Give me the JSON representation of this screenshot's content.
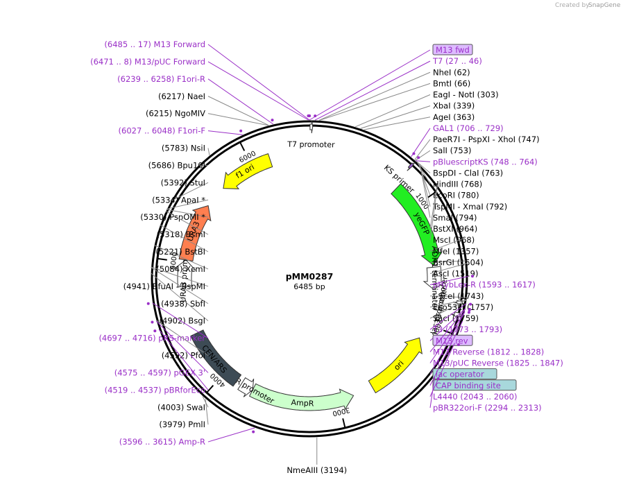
{
  "brand": {
    "text": "Created by",
    "name": "SnapGene"
  },
  "plasmid": {
    "name": "pMM0287",
    "size_label": "6485 bp",
    "length": 6485
  },
  "ticks": [
    {
      "pos": 1000,
      "label": "1000"
    },
    {
      "pos": 2000,
      "label": "2000"
    },
    {
      "pos": 3000,
      "label": "3000"
    },
    {
      "pos": 4000,
      "label": "4000"
    },
    {
      "pos": 5000,
      "label": "5000"
    },
    {
      "pos": 6000,
      "label": "6000"
    }
  ],
  "features": [
    {
      "name": "T7 promoter",
      "start": 4,
      "end": 22,
      "ring": "outer",
      "color": "#ffffff",
      "arrow": true,
      "label_text": "T7 promoter"
    },
    {
      "name": "f1 ori",
      "start": 5700,
      "end": 6156,
      "ring": "inner",
      "color": "#ffff00",
      "arrow": true,
      "dir": -1,
      "label_text": "f1 ori"
    },
    {
      "name": "KS primer",
      "start": 748,
      "end": 764,
      "ring": "outer",
      "color": "#9b59d0",
      "arrow": true,
      "label_text": "KS primer"
    },
    {
      "name": "yeGFP",
      "start": 790,
      "end": 1510,
      "ring": "inner",
      "color": "#22ee22",
      "arrow": true,
      "dir": 1,
      "label_text": "yeGFP"
    },
    {
      "name": "ADH1 terminator",
      "start": 1525,
      "end": 1710,
      "ring": "inner",
      "color": "#ffffff",
      "arrow": true,
      "dir": 1,
      "label_text": "ADH1 terminator"
    },
    {
      "name": "T3 promoter",
      "start": 1773,
      "end": 1793,
      "ring": "outer",
      "color": "#ffffff",
      "arrow": true,
      "label_text": "T3 promoter"
    },
    {
      "name": "lac promoter",
      "start": 1853,
      "end": 1883,
      "ring": "outer",
      "color": "#ffffff",
      "arrow": true,
      "label_text": "lac promoter"
    },
    {
      "name": "ori",
      "start": 2130,
      "end": 2700,
      "ring": "inner",
      "color": "#ffff00",
      "arrow": true,
      "dir": -1,
      "label_text": "ori"
    },
    {
      "name": "AmpR",
      "start": 2870,
      "end": 3730,
      "ring": "inner",
      "color": "#ccffcc",
      "arrow": true,
      "dir": -1,
      "label_text": "AmpR"
    },
    {
      "name": "AmpR promoter",
      "start": 3730,
      "end": 3835,
      "ring": "inner",
      "color": "#ffffff",
      "arrow": true,
      "dir": -1,
      "label_text": "AmpR promoter"
    },
    {
      "name": "CEN/ARS",
      "start": 3880,
      "end": 4400,
      "ring": "inner",
      "color": "#3d4b55",
      "arrow": false,
      "label_text": "CEN/ARS"
    },
    {
      "name": "URA3 promoter",
      "start": 4800,
      "end": 5020,
      "ring": "inner",
      "color": "#ffffff",
      "arrow": true,
      "dir": 1,
      "label_text": "URA3 promoter"
    },
    {
      "name": "URA3",
      "start": 5020,
      "end": 5510,
      "ring": "inner",
      "color": "#ff7f50",
      "arrow": true,
      "dir": 1,
      "label_text": "URA3"
    }
  ],
  "callouts": [
    {
      "kind": "primer",
      "name": "T7",
      "range": "(27 .. 46)",
      "pos": 36,
      "text": "T7   (27 .. 46)"
    },
    {
      "kind": "primer",
      "name": "M13 fwd",
      "pos": 0,
      "text": "M13 fwd",
      "box": "#ddbbff"
    },
    {
      "kind": "primer",
      "name": "M13 Forward",
      "pos": 6485,
      "text": "(6485 .. 17)  M13 Forward"
    },
    {
      "kind": "primer",
      "name": "M13/pUC Forward",
      "pos": 6478,
      "text": "(6471 .. 8)  M13/pUC Forward"
    },
    {
      "kind": "primer",
      "name": "F1ori-R",
      "pos": 6248,
      "text": "(6239 .. 6258)  F1ori-R"
    },
    {
      "kind": "site",
      "name": "NaeI",
      "pos": 6217,
      "text": "(6217)  NaeI"
    },
    {
      "kind": "site",
      "name": "NgoMIV",
      "pos": 6215,
      "text": "(6215)  NgoMIV"
    },
    {
      "kind": "primer",
      "name": "F1ori-F",
      "pos": 6037,
      "text": "(6027 .. 6048)  F1ori-F"
    },
    {
      "kind": "site",
      "name": "NsiI",
      "pos": 5783,
      "text": "(5783)  NsiI"
    },
    {
      "kind": "site",
      "name": "Bpu10I",
      "pos": 5686,
      "text": "(5686)  Bpu10I"
    },
    {
      "kind": "site",
      "name": "StuI",
      "pos": 5392,
      "text": "(5392)  StuI"
    },
    {
      "kind": "site",
      "name": "ApaI",
      "pos": 5334,
      "text": "(5334)  ApaI *"
    },
    {
      "kind": "site",
      "name": "PspOMI",
      "pos": 5330,
      "text": "(5330)  PspOMI *"
    },
    {
      "kind": "site",
      "name": "BsmI",
      "pos": 5318,
      "text": "(5318)  BsmI"
    },
    {
      "kind": "site",
      "name": "BstBI",
      "pos": 5221,
      "text": "(5221)  BstBI"
    },
    {
      "kind": "site",
      "name": "XcmI",
      "pos": 5084,
      "text": "(5084)  XcmI"
    },
    {
      "kind": "site",
      "name": "BfuAI",
      "pos": 4941,
      "text": "(4941)  BfuAI  - BspMI"
    },
    {
      "kind": "site",
      "name": "SbfI",
      "pos": 4938,
      "text": "(4938)  SbfI"
    },
    {
      "kind": "site",
      "name": "BsgI",
      "pos": 4902,
      "text": "(4902)  BsgI"
    },
    {
      "kind": "primer",
      "name": "pRS-marker",
      "pos": 4706,
      "text": "(4697 .. 4716)  pRS-marker"
    },
    {
      "kind": "primer",
      "name": "pGEX 3'",
      "pos": 4586,
      "text": "(4575 .. 4597)  pGEX 3'"
    },
    {
      "kind": "site",
      "name": "PfoI",
      "pos": 4592,
      "text": "(4592)  PfoI"
    },
    {
      "kind": "primer",
      "name": "pBRforEco",
      "pos": 4528,
      "text": "(4519 .. 4537)  pBRforEco"
    },
    {
      "kind": "site",
      "name": "SwaI",
      "pos": 4003,
      "text": "(4003)  SwaI"
    },
    {
      "kind": "site",
      "name": "PmlI",
      "pos": 3979,
      "text": "(3979)  PmlI"
    },
    {
      "kind": "primer",
      "name": "Amp-R",
      "pos": 3605,
      "text": "(3596 .. 3615)  Amp-R"
    },
    {
      "kind": "site",
      "name": "NmeAIII",
      "pos": 3194,
      "text": "NmeAIII   (3194)"
    },
    {
      "kind": "site",
      "name": "NheI",
      "pos": 62,
      "text": "NheI   (62)"
    },
    {
      "kind": "site",
      "name": "BmtI",
      "pos": 66,
      "text": "BmtI   (66)"
    },
    {
      "kind": "site",
      "name": "EagI",
      "pos": 303,
      "text": "EagI  - NotI   (303)"
    },
    {
      "kind": "site",
      "name": "XbaI",
      "pos": 339,
      "text": "XbaI   (339)"
    },
    {
      "kind": "site",
      "name": "AgeI",
      "pos": 363,
      "text": "AgeI   (363)"
    },
    {
      "kind": "primer",
      "name": "GAL1",
      "pos": 717,
      "text": "GAL1   (706 .. 729)"
    },
    {
      "kind": "site",
      "name": "PaeR7I",
      "pos": 747,
      "text": "PaeR7I  - PspXI  - XhoI   (747)"
    },
    {
      "kind": "primer",
      "name": "pBluescriptKS",
      "pos": 756,
      "text": "pBluescriptKS   (748 .. 764)"
    },
    {
      "kind": "site",
      "name": "SalI",
      "pos": 753,
      "text": "SalI   (753)"
    },
    {
      "kind": "site",
      "name": "BspDI",
      "pos": 763,
      "text": "BspDI  - ClaI   (763)"
    },
    {
      "kind": "site",
      "name": "HindIII",
      "pos": 768,
      "text": "HindIII   (768)"
    },
    {
      "kind": "site",
      "name": "EcoRI",
      "pos": 780,
      "text": "EcoRI   (780)"
    },
    {
      "kind": "site",
      "name": "TspMI",
      "pos": 792,
      "text": "TspMI  - XmaI   (792)"
    },
    {
      "kind": "site",
      "name": "SmaI",
      "pos": 794,
      "text": "SmaI   (794)"
    },
    {
      "kind": "site",
      "name": "BstXI",
      "pos": 964,
      "text": "BstXI   (964)"
    },
    {
      "kind": "site",
      "name": "MscI",
      "pos": 968,
      "text": "MscI   (968)"
    },
    {
      "kind": "site",
      "name": "MfeI",
      "pos": 1357,
      "text": "MfeI   (1357)"
    },
    {
      "kind": "site",
      "name": "BsrGI",
      "pos": 1504,
      "text": "BsrGI   (1504)"
    },
    {
      "kind": "site",
      "name": "AscI",
      "pos": 1519,
      "text": "AscI   (1519)"
    },
    {
      "kind": "primer",
      "name": "pHybLex-R",
      "pos": 1605,
      "text": "pHybLex-R   (1593 .. 1617)"
    },
    {
      "kind": "site",
      "name": "I-SceI",
      "pos": 1743,
      "text": "I-SceI   (1743)"
    },
    {
      "kind": "site",
      "name": "Eco53kI",
      "pos": 1757,
      "text": "Eco53kI   (1757)"
    },
    {
      "kind": "site",
      "name": "SacI",
      "pos": 1759,
      "text": "SacI   (1759)"
    },
    {
      "kind": "primer",
      "name": "T3",
      "pos": 1783,
      "text": "T3   (1773 .. 1793)"
    },
    {
      "kind": "primer",
      "name": "M13 rev",
      "pos": 1815,
      "text": "M13 rev",
      "box": "#ddbbff"
    },
    {
      "kind": "primer",
      "name": "M13 Reverse",
      "pos": 1820,
      "text": "M13 Reverse   (1812 .. 1828)"
    },
    {
      "kind": "feature",
      "name": "lac operator",
      "pos": 1840,
      "text": "lac operator",
      "box": "#a8d8dc"
    },
    {
      "kind": "primer",
      "name": "M13/pUC Reverse",
      "pos": 1836,
      "text": "M13/pUC Reverse   (1825 .. 1847)"
    },
    {
      "kind": "feature",
      "name": "CAP binding site",
      "pos": 1900,
      "text": "CAP binding site",
      "box": "#a8d8dc"
    },
    {
      "kind": "primer",
      "name": "L4440",
      "pos": 2051,
      "text": "L4440   (2043 .. 2060)"
    },
    {
      "kind": "primer",
      "name": "pBR322ori-F",
      "pos": 2303,
      "text": "pBR322ori-F   (2294 .. 2313)"
    }
  ]
}
